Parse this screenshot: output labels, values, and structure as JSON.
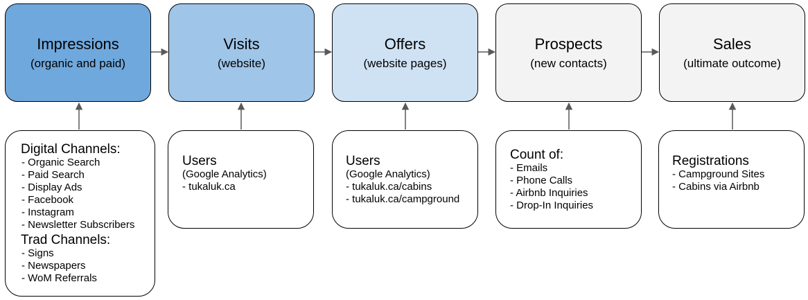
{
  "colors": {
    "impressions": "#6fa8dc",
    "visits": "#9fc5e8",
    "offers": "#cfe2f3",
    "prospects": "#f3f3f3",
    "sales": "#f3f3f3",
    "stroke": "#000000",
    "arrow": "#595959"
  },
  "stages": [
    {
      "title": "Impressions",
      "subtitle": "(organic and paid)"
    },
    {
      "title": "Visits",
      "subtitle": "(website)"
    },
    {
      "title": "Offers",
      "subtitle": "(website pages)"
    },
    {
      "title": "Prospects",
      "subtitle": "(new contacts)"
    },
    {
      "title": "Sales",
      "subtitle": "(ultimate outcome)"
    }
  ],
  "sources": {
    "impressions": {
      "heading": "Digital Channels:",
      "items": [
        "- Organic Search",
        "- Paid Search",
        "- Display Ads",
        "- Facebook",
        "- Instagram",
        "- Newsletter Subscribers"
      ],
      "heading2": "Trad Channels:",
      "items2": [
        "- Signs",
        "- Newspapers",
        "- WoM Referrals"
      ]
    },
    "visits": {
      "heading": "Users",
      "note": "(Google Analytics)",
      "items": [
        "- tukaluk.ca"
      ]
    },
    "offers": {
      "heading": "Users",
      "note": "(Google Analytics)",
      "items": [
        "- tukaluk.ca/cabins",
        "- tukaluk.ca/campground"
      ]
    },
    "prospects": {
      "heading": "Count of:",
      "items": [
        "- Emails",
        "- Phone Calls",
        "- Airbnb Inquiries",
        "- Drop-In Inquiries"
      ]
    },
    "sales": {
      "heading": "Registrations",
      "items": [
        "- Campground Sites",
        "- Cabins via Airbnb"
      ]
    }
  }
}
